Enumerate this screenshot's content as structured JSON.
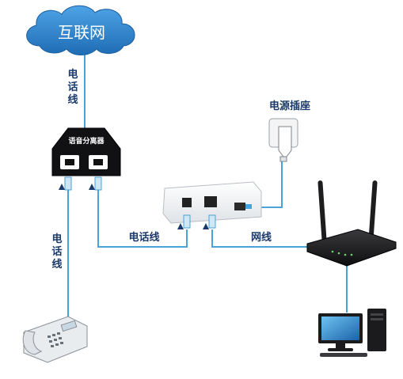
{
  "cloud": {
    "label": "互联网"
  },
  "labels": {
    "phone_line_top": [
      "电",
      "话",
      "线"
    ],
    "phone_line_left": [
      "电",
      "话",
      "线"
    ],
    "phone_line_mid": "电话线",
    "network_cable": "网线",
    "power_outlet": "电源插座"
  },
  "splitter": {
    "label": "语音分离器"
  },
  "colors": {
    "cable": "#4aa3d8",
    "cloud": "#2e7cc4",
    "label_text": "#1b3a6b",
    "device_dark": "#1d1d1f",
    "modem_body": "#f2f4f6"
  }
}
